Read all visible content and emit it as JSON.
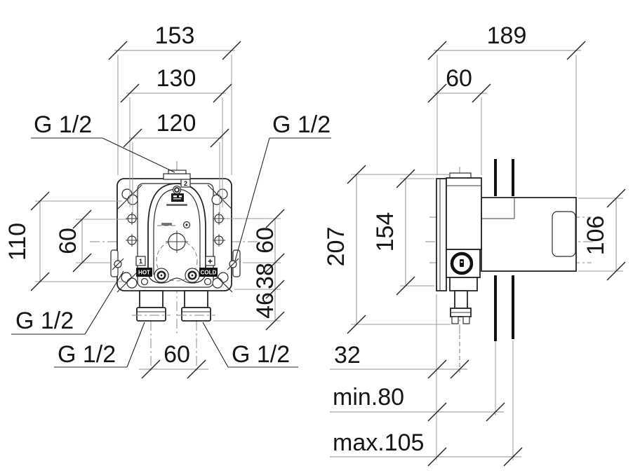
{
  "front_view": {
    "dims": {
      "overall_width": "153",
      "screw_width": "130",
      "port_width": "120",
      "screw_height": "110",
      "side_height": "60",
      "right_top": "60",
      "right_mid": "38",
      "right_bottom": "46",
      "pipe_spacing": "60"
    },
    "threads": {
      "top": "G 1/2",
      "right": "G 1/2",
      "left": "G 1/2",
      "bottom_left": "G 1/2",
      "bottom_right": "G 1/2"
    },
    "markers": {
      "top": "2",
      "left": "1",
      "right": "+"
    },
    "labels": {
      "hot": "HOT",
      "cold": "COLD"
    }
  },
  "side_view": {
    "dims": {
      "overall_width": "189",
      "front_depth": "60",
      "overall_height": "207",
      "plate_height": "154",
      "housing_height": "106",
      "pipe_offset": "32",
      "depth_min": "min.80",
      "depth_max": "max.105"
    }
  },
  "colors": {
    "background": "#ffffff",
    "line": "#1c1c1c",
    "dim_line": "#909090"
  }
}
